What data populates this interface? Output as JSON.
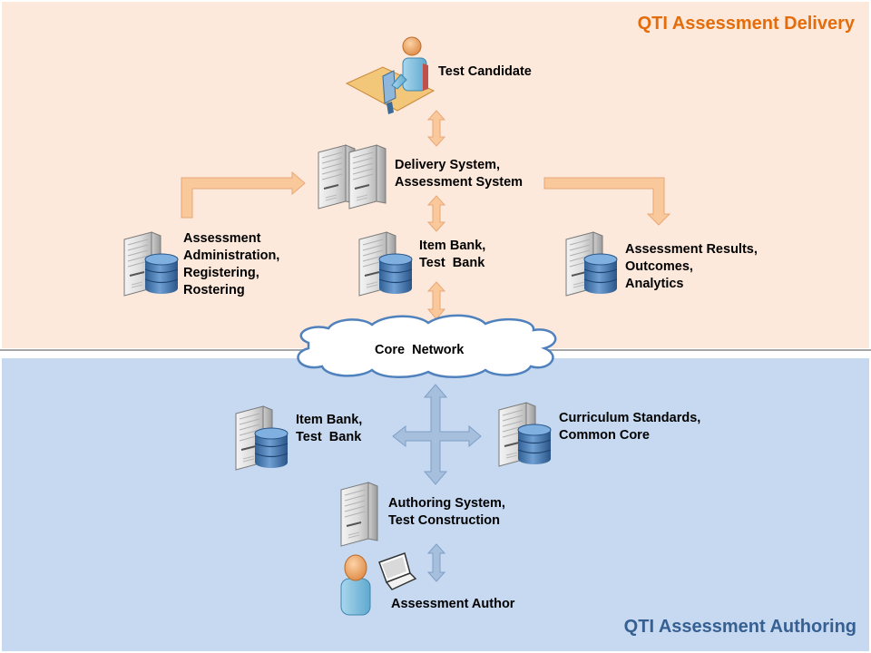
{
  "sections": {
    "delivery": {
      "title": "QTI Assessment Delivery",
      "color": "#e46c0a",
      "background": "#fde9db"
    },
    "authoring": {
      "title": "QTI Assessment Authoring",
      "color": "#376092",
      "background": "#c6d9f1"
    }
  },
  "nodes": {
    "test_candidate": {
      "label": "Test Candidate",
      "icon": "person-at-computer-icon"
    },
    "delivery_system": {
      "label": "Delivery System,\nAssessment System",
      "icon": "server-pair-icon"
    },
    "administration": {
      "label": "Assessment\nAdministration,\nRegistering,\nRostering",
      "icon": "database-server-icon"
    },
    "item_bank_delivery": {
      "label": "Item Bank,\nTest  Bank",
      "icon": "database-server-icon"
    },
    "results": {
      "label": "Assessment Results,\nOutcomes,\nAnalytics",
      "icon": "database-server-icon"
    },
    "core_network": {
      "label": "Core  Network",
      "icon": "cloud-icon"
    },
    "item_bank_authoring": {
      "label": "Item Bank,\nTest  Bank",
      "icon": "database-server-icon"
    },
    "curriculum": {
      "label": "Curriculum Standards,\nCommon Core",
      "icon": "database-server-icon"
    },
    "authoring_system": {
      "label": "Authoring System,\nTest Construction",
      "icon": "server-icon"
    },
    "author": {
      "label": "Assessment Author",
      "icon": "person-with-laptop-icon"
    }
  },
  "colors": {
    "delivery_arrow": "#f9c89b",
    "delivery_arrow_stroke": "#e8a877",
    "authoring_arrow": "#a5bfdd",
    "authoring_arrow_stroke": "#7f9fc8",
    "cloud_stroke": "#4f81bd"
  }
}
